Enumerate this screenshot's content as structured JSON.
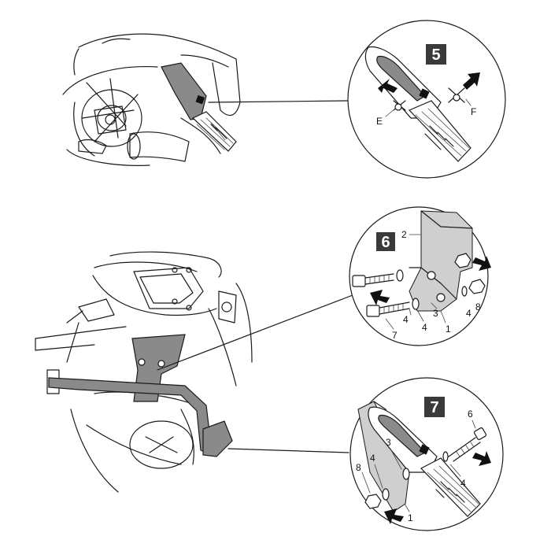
{
  "steps": [
    {
      "number": "5",
      "labels": [
        "E",
        "F"
      ]
    },
    {
      "number": "6",
      "labels": [
        "2",
        "3",
        "4",
        "8",
        "1",
        "4",
        "7",
        "4"
      ]
    },
    {
      "number": "7",
      "labels": [
        "6",
        "3",
        "4",
        "8",
        "4",
        "1"
      ]
    }
  ],
  "colors": {
    "badge": "#3a3a3a",
    "part_fill": "#8a8a8a",
    "line": "#1a1a1a"
  }
}
